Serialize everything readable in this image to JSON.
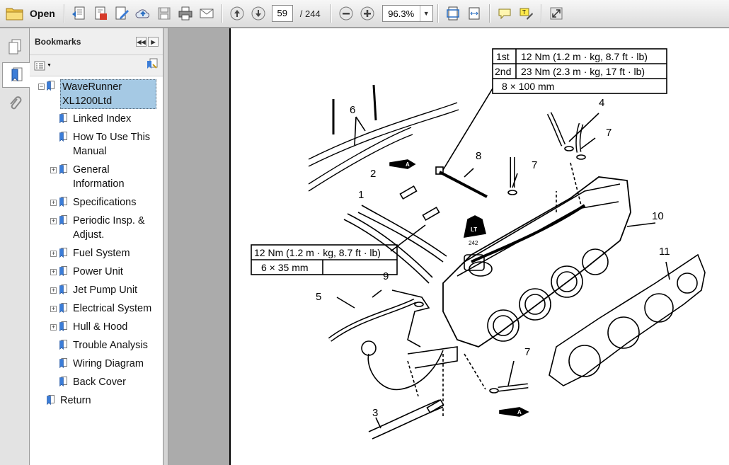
{
  "toolbar": {
    "open_label": "Open",
    "current_page": "59",
    "page_total": "/ 244",
    "zoom": "96.3%"
  },
  "panel": {
    "title": "Bookmarks"
  },
  "bookmarks": [
    {
      "label": "WaveRunner XL1200Ltd",
      "selected": true
    },
    {
      "label": "Linked Index"
    },
    {
      "label": "How To Use This Manual"
    },
    {
      "label": "General Information",
      "expandable": true
    },
    {
      "label": "Specifications",
      "expandable": true
    },
    {
      "label": "Periodic Insp. & Adjust.",
      "expandable": true
    },
    {
      "label": "Fuel System",
      "expandable": true
    },
    {
      "label": "Power Unit",
      "expandable": true
    },
    {
      "label": "Jet Pump Unit",
      "expandable": true
    },
    {
      "label": "Electrical System",
      "expandable": true
    },
    {
      "label": "Hull & Hood",
      "expandable": true
    },
    {
      "label": "Trouble Analysis"
    },
    {
      "label": "Wiring Diagram"
    },
    {
      "label": "Back Cover"
    },
    {
      "label": "Return"
    }
  ],
  "diagram": {
    "torque_top": {
      "r1_step": "1st",
      "r1_value": "12 Nm (1.2 m · kg, 8.7 ft · lb)",
      "r2_step": "2nd",
      "r2_value": "23 Nm (2.3 m · kg, 17 ft · lb)",
      "size": "8 × 100 mm"
    },
    "torque_left": {
      "value": "12 Nm (1.2 m · kg, 8.7 ft · lb)",
      "size": "6 × 35 mm"
    },
    "callouts": [
      "1",
      "2",
      "3",
      "4",
      "5",
      "6",
      "7",
      "7",
      "7",
      "8",
      "9",
      "10",
      "11"
    ],
    "lt_code": "242",
    "lt_label": "LT",
    "a_label": "A"
  }
}
